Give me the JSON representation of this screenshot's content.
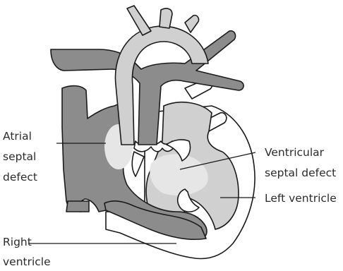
{
  "labels": {
    "atrial": [
      "Atrial",
      "septal",
      "defect"
    ],
    "ventricular": [
      "Ventricular",
      "septal defect"
    ],
    "left_ventricle": "Left ventricle",
    "right_ventricle": [
      "Right",
      "ventricle"
    ]
  },
  "colors": {
    "dark_vessel": "#8c8c8c",
    "aorta_light": "#d0d0d0",
    "defect_shade": "#e6e6e6",
    "outline": "#1a1a1a"
  }
}
